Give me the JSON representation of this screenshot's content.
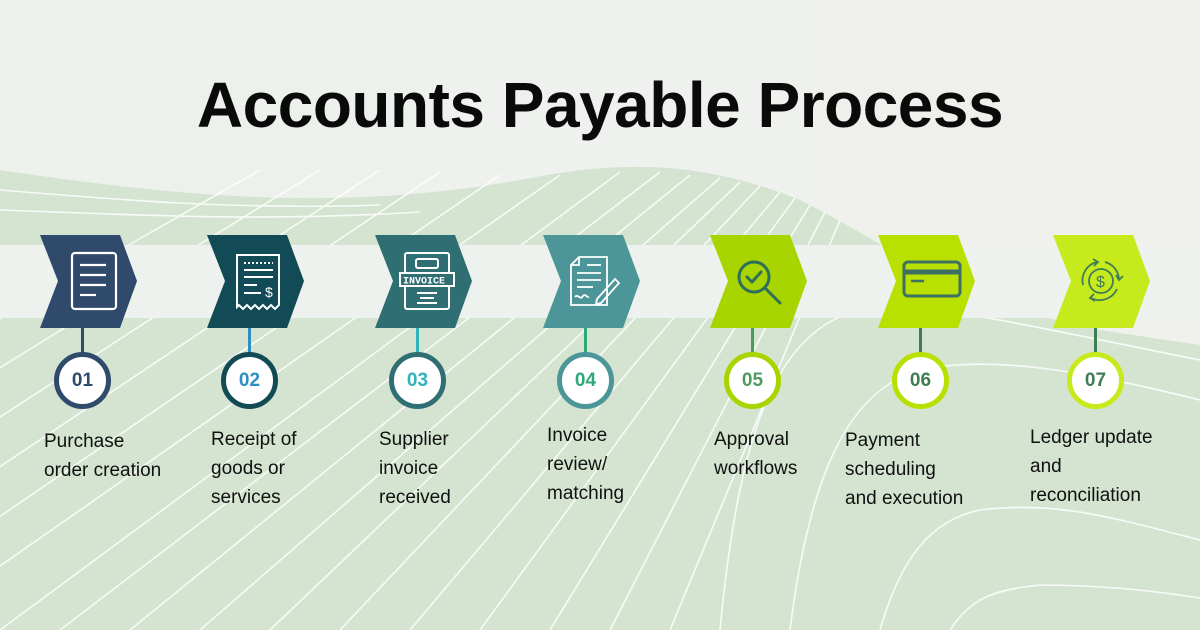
{
  "title": "Accounts Payable Process",
  "colors": {
    "background": "#eef1ed",
    "wave_green": "#d3e3d0",
    "band": "#eef2ee"
  },
  "steps": [
    {
      "number": "01",
      "label_lines": [
        "Purchase",
        "order creation"
      ],
      "icon": "document-icon",
      "chevron_color": "#2f4a6b",
      "number_color": "#2f4a6b"
    },
    {
      "number": "02",
      "label_lines": [
        "Receipt of",
        "goods or",
        "services"
      ],
      "icon": "receipt-icon",
      "chevron_color": "#124a55",
      "number_color": "#2d8fc1"
    },
    {
      "number": "03",
      "label_lines": [
        "Supplier",
        "invoice",
        "received"
      ],
      "icon": "invoice-icon",
      "chevron_color": "#2f6e72",
      "number_color": "#2fb3bd"
    },
    {
      "number": "04",
      "label_lines": [
        "Invoice",
        "review/",
        "matching"
      ],
      "icon": "contract-sign-icon",
      "chevron_color": "#4c9599",
      "number_color": "#2ea87a"
    },
    {
      "number": "05",
      "label_lines": [
        "Approval",
        "workflows"
      ],
      "icon": "search-check-icon",
      "chevron_color": "#a8d400",
      "number_color": "#4f9a5c"
    },
    {
      "number": "06",
      "label_lines": [
        "Payment",
        "scheduling",
        "and execution"
      ],
      "icon": "credit-card-icon",
      "chevron_color": "#b8e000",
      "number_color": "#3f7d55"
    },
    {
      "number": "07",
      "label_lines": [
        "Ledger update",
        "and",
        "reconciliation"
      ],
      "icon": "dollar-cycle-icon",
      "chevron_color": "#c6ea1c",
      "number_color": "#3f7d55"
    }
  ]
}
